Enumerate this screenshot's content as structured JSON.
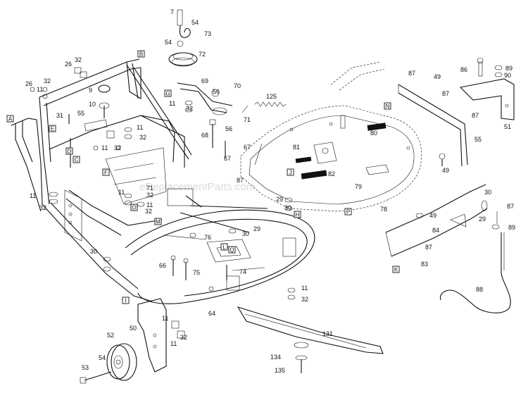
{
  "watermark": "eReplacementParts.com",
  "callouts": [
    {
      "id": "c7",
      "text": "7"
    },
    {
      "id": "c54a",
      "text": "54"
    },
    {
      "id": "c73",
      "text": "73"
    },
    {
      "id": "c54b",
      "text": "54"
    },
    {
      "id": "c72",
      "text": "72"
    },
    {
      "id": "c69",
      "text": "69"
    },
    {
      "id": "c70",
      "text": "70"
    },
    {
      "id": "c56a",
      "text": "56"
    },
    {
      "id": "c125",
      "text": "125"
    },
    {
      "id": "c11a",
      "text": "11"
    },
    {
      "id": "c32a",
      "text": "32"
    },
    {
      "id": "c68",
      "text": "68"
    },
    {
      "id": "c56b",
      "text": "56"
    },
    {
      "id": "c71",
      "text": "71"
    },
    {
      "id": "c67a",
      "text": "67"
    },
    {
      "id": "c26a",
      "text": "26"
    },
    {
      "id": "c26b",
      "text": "26"
    },
    {
      "id": "c32b",
      "text": "32"
    },
    {
      "id": "c11b",
      "text": "11"
    },
    {
      "id": "c32c",
      "text": "32"
    },
    {
      "id": "c9",
      "text": "9"
    },
    {
      "id": "c10",
      "text": "10"
    },
    {
      "id": "c31",
      "text": "31"
    },
    {
      "id": "c55a",
      "text": "55"
    },
    {
      "id": "c11c",
      "text": "11"
    },
    {
      "id": "c32d",
      "text": "32"
    },
    {
      "id": "c11d",
      "text": "11"
    },
    {
      "id": "c32e",
      "text": "32"
    },
    {
      "id": "c11e",
      "text": "11"
    },
    {
      "id": "c32f",
      "text": "32"
    },
    {
      "id": "c11f",
      "text": "11"
    },
    {
      "id": "c32g",
      "text": "32"
    },
    {
      "id": "c11g",
      "text": "11"
    },
    {
      "id": "c32h",
      "text": "32"
    },
    {
      "id": "c67b",
      "text": "67"
    },
    {
      "id": "c71b",
      "text": "71"
    },
    {
      "id": "c87a",
      "text": "87"
    },
    {
      "id": "c49a",
      "text": "49"
    },
    {
      "id": "c87b",
      "text": "87"
    },
    {
      "id": "c86",
      "text": "86"
    },
    {
      "id": "c89a",
      "text": "89"
    },
    {
      "id": "c90",
      "text": "90"
    },
    {
      "id": "c87c",
      "text": "87"
    },
    {
      "id": "c51",
      "text": "51"
    },
    {
      "id": "c55b",
      "text": "55"
    },
    {
      "id": "c49b",
      "text": "49"
    },
    {
      "id": "c80",
      "text": "80"
    },
    {
      "id": "c81",
      "text": "81"
    },
    {
      "id": "c82",
      "text": "82"
    },
    {
      "id": "c79",
      "text": "79"
    },
    {
      "id": "c87d",
      "text": "87"
    },
    {
      "id": "c29a",
      "text": "29"
    },
    {
      "id": "c30a",
      "text": "30"
    },
    {
      "id": "c78",
      "text": "78"
    },
    {
      "id": "c49c",
      "text": "49"
    },
    {
      "id": "c30b",
      "text": "30"
    },
    {
      "id": "c87e",
      "text": "87"
    },
    {
      "id": "c29b",
      "text": "29"
    },
    {
      "id": "c89b",
      "text": "89"
    },
    {
      "id": "c84",
      "text": "84"
    },
    {
      "id": "c87f",
      "text": "87"
    },
    {
      "id": "c83",
      "text": "83"
    },
    {
      "id": "c88",
      "text": "88"
    },
    {
      "id": "c76",
      "text": "76"
    },
    {
      "id": "c30c",
      "text": "30"
    },
    {
      "id": "c29c",
      "text": "29"
    },
    {
      "id": "c66",
      "text": "66"
    },
    {
      "id": "c75",
      "text": "75"
    },
    {
      "id": "c74",
      "text": "74"
    },
    {
      "id": "c30d",
      "text": "30"
    },
    {
      "id": "c11h",
      "text": "11"
    },
    {
      "id": "c32i",
      "text": "32"
    },
    {
      "id": "c64",
      "text": "64"
    },
    {
      "id": "c131",
      "text": "131"
    },
    {
      "id": "c134",
      "text": "134"
    },
    {
      "id": "c135",
      "text": "135"
    },
    {
      "id": "c50",
      "text": "50"
    },
    {
      "id": "c52",
      "text": "52"
    },
    {
      "id": "c54c",
      "text": "54"
    },
    {
      "id": "c53",
      "text": "53"
    },
    {
      "id": "c11i",
      "text": "11"
    },
    {
      "id": "c11j",
      "text": "11"
    },
    {
      "id": "c32j",
      "text": "32"
    }
  ],
  "letter_tags": [
    {
      "id": "tA",
      "text": "A"
    },
    {
      "id": "tB",
      "text": "B"
    },
    {
      "id": "tE",
      "text": "E"
    },
    {
      "id": "tD",
      "text": "D"
    },
    {
      "id": "tC",
      "text": "C"
    },
    {
      "id": "tF",
      "text": "F"
    },
    {
      "id": "tG",
      "text": "G"
    },
    {
      "id": "tL",
      "text": "L"
    },
    {
      "id": "tM",
      "text": "M"
    },
    {
      "id": "tI",
      "text": "I"
    },
    {
      "id": "tJ",
      "text": "J"
    },
    {
      "id": "tN",
      "text": "N"
    },
    {
      "id": "tO",
      "text": "O"
    },
    {
      "id": "tP",
      "text": "P"
    },
    {
      "id": "tK",
      "text": "K"
    },
    {
      "id": "tH",
      "text": "H"
    },
    {
      "id": "tQ",
      "text": "Q"
    }
  ]
}
